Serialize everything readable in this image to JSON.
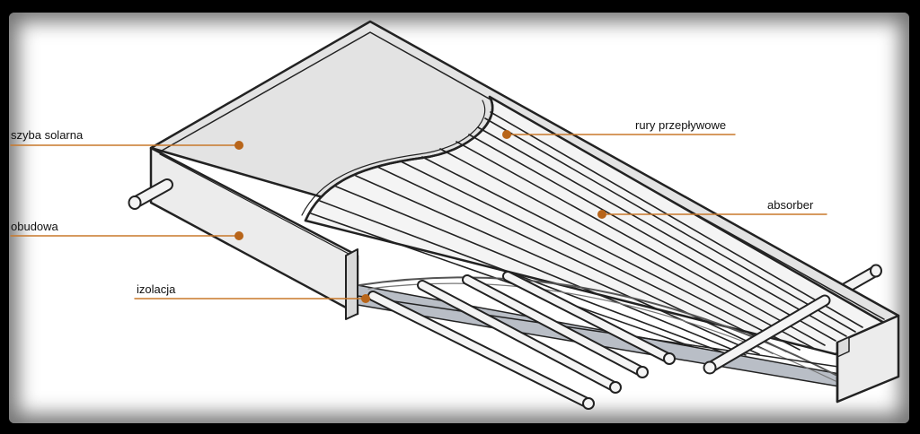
{
  "labels": {
    "szyba": "szyba solarna",
    "obudowa": "obudowa",
    "izolacja": "izolacja",
    "rury": "rury przepływowe",
    "absorber": "absorber"
  },
  "colors": {
    "leader": "#c8782a",
    "dot": "#b8651a",
    "outline": "#222222",
    "glass": "#e3e3e3",
    "casing": "#ececec",
    "insulation": "#b9bec6"
  }
}
